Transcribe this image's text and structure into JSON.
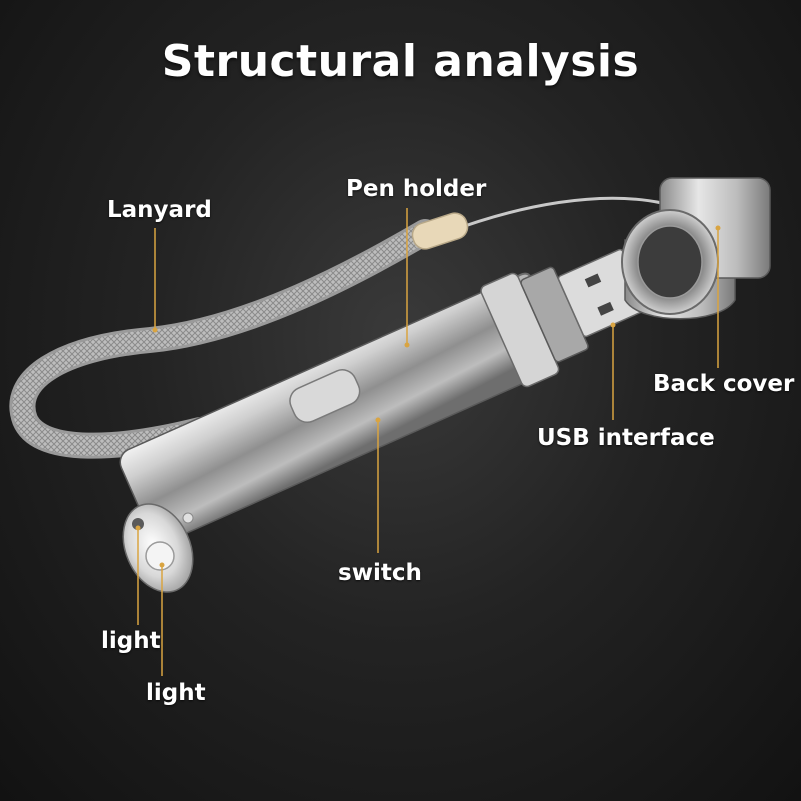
{
  "title": "Structural analysis",
  "labels": {
    "lanyard": "Lanyard",
    "pen_holder": "Pen holder",
    "back_cover": "Back cover",
    "usb_interface": "USB interface",
    "switch": "switch",
    "light_1": "light",
    "light_2": "light"
  },
  "colors": {
    "leader_line": "#d9a441",
    "text": "#ffffff"
  }
}
